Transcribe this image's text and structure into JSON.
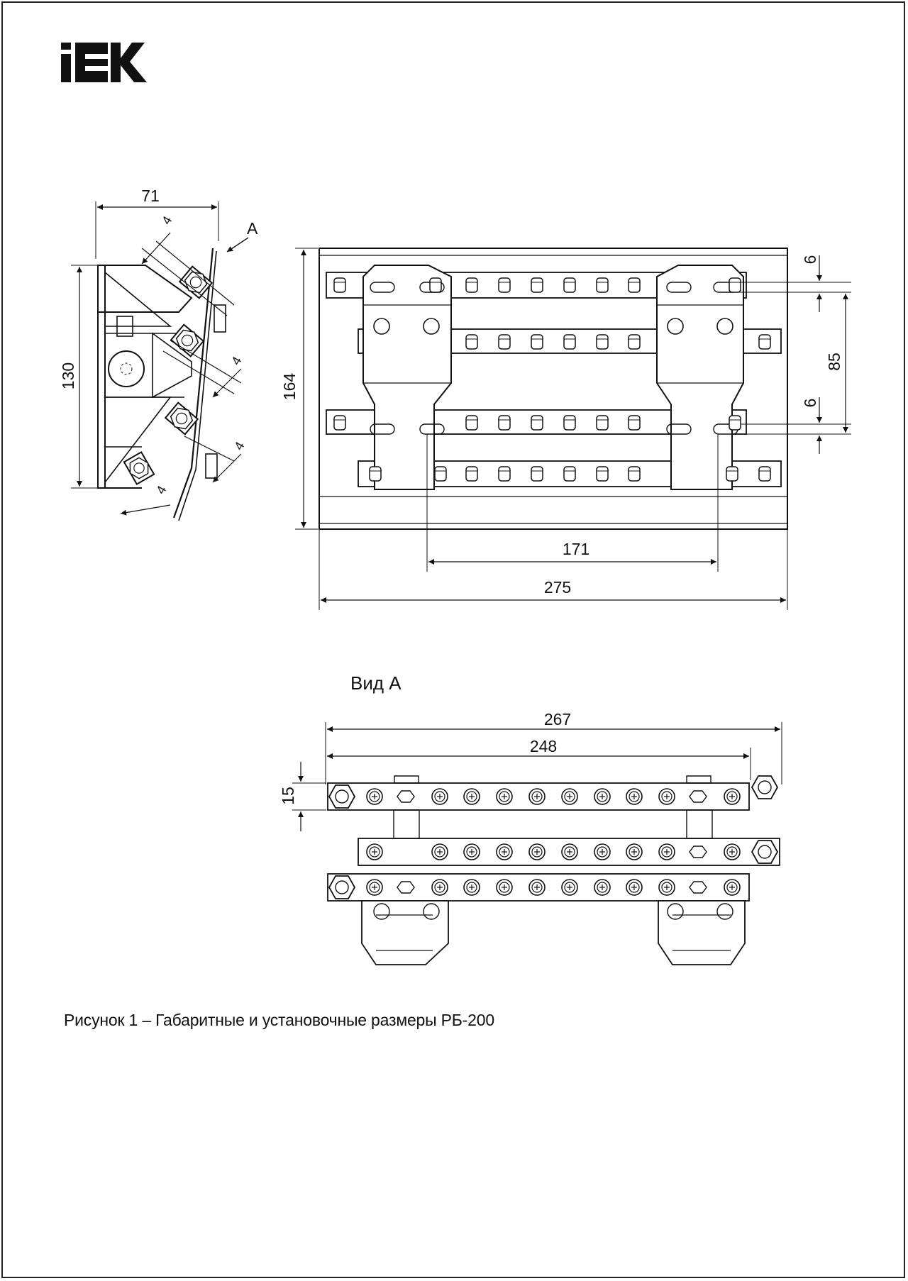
{
  "logo": {
    "text": "IEK"
  },
  "side_view": {
    "dims": {
      "width": "71",
      "height": "130",
      "thick_top": "4",
      "thick_mid": "4",
      "thick_low": "4",
      "thick_bottom": "4"
    },
    "view_marker": "A"
  },
  "front_view": {
    "dims": {
      "overall_width": "275",
      "mount_spacing": "171",
      "overall_height": "164",
      "slot_spacing": "85",
      "slot_upper": "6",
      "slot_lower": "6"
    }
  },
  "view_a": {
    "title": "Вид А",
    "dims": {
      "overall_width": "267",
      "bus_width": "248",
      "bus_height": "15"
    }
  },
  "caption": "Рисунок 1 – Габаритные и установочные размеры РБ-200"
}
